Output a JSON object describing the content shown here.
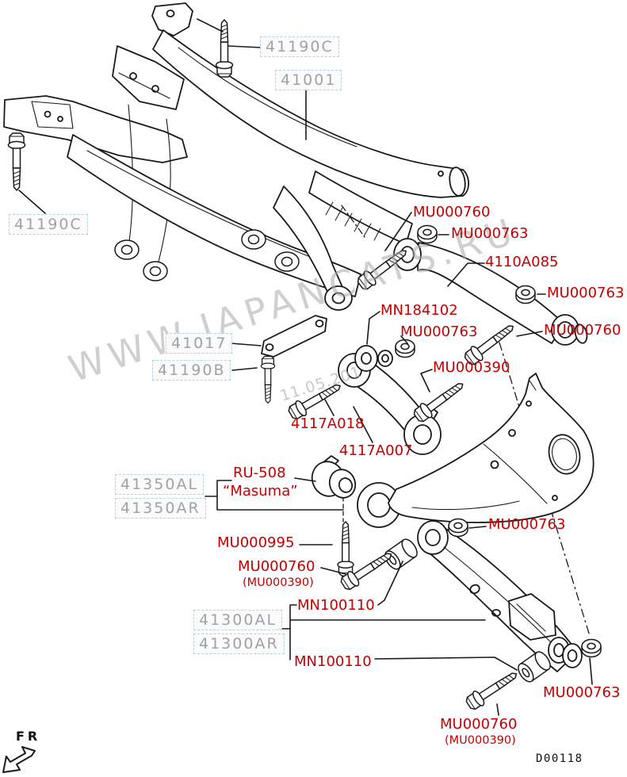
{
  "diagram": {
    "drawing_code": "D00118",
    "front_marker": "FR",
    "watermark_site": "WWW.JAPANCATS.RU",
    "watermark_date": "11.05.201",
    "colors": {
      "part_link_red": "#c40000",
      "reference_gray": "#a2a2a2",
      "line_black": "#1a1a1a",
      "watermark_gray": "#a8a8a8"
    }
  },
  "ref_labels": {
    "cross_bolt_top": "41190C",
    "crossmember": "41001",
    "cross_bolt_left": "41190C",
    "stay": "41017",
    "stay_bolt": "41190B",
    "arm_assy_left": "41350AL",
    "arm_assy_right": "41350AR",
    "lower_arm_left": "41300AL",
    "lower_arm_right": "41300AR"
  },
  "part_labels": {
    "bolt_upper_arm_front": "MU000760",
    "nut_upper_arm_front": "MU000763",
    "upper_arm": "4110A085",
    "nut_upper_arm_rear": "MU000763",
    "cam_washer": "MN184102",
    "nut_lateral_link": "MU000763",
    "bolt_upper_arm_rear": "MU000760",
    "bolt_lateral_link_rear": "MU000390",
    "bolt_lateral_link_front": "4117A018",
    "lateral_link": "4117A007",
    "bushing_brand": "RU-508",
    "bushing_brand_name": "“Masuma”",
    "nut_lower_arm_front": "MU000763",
    "bolt_trailing_arm": "MU000995",
    "bolt_lower_arm_front": "MU000760",
    "bolt_lower_arm_front_alt": "(MU000390)",
    "bushing_front": "MN100110",
    "bushing_rear": "MN100110",
    "nut_lower_arm_rear": "MU000763",
    "bolt_lower_arm_rear": "MU000760",
    "bolt_lower_arm_rear_alt": "(MU000390)"
  }
}
